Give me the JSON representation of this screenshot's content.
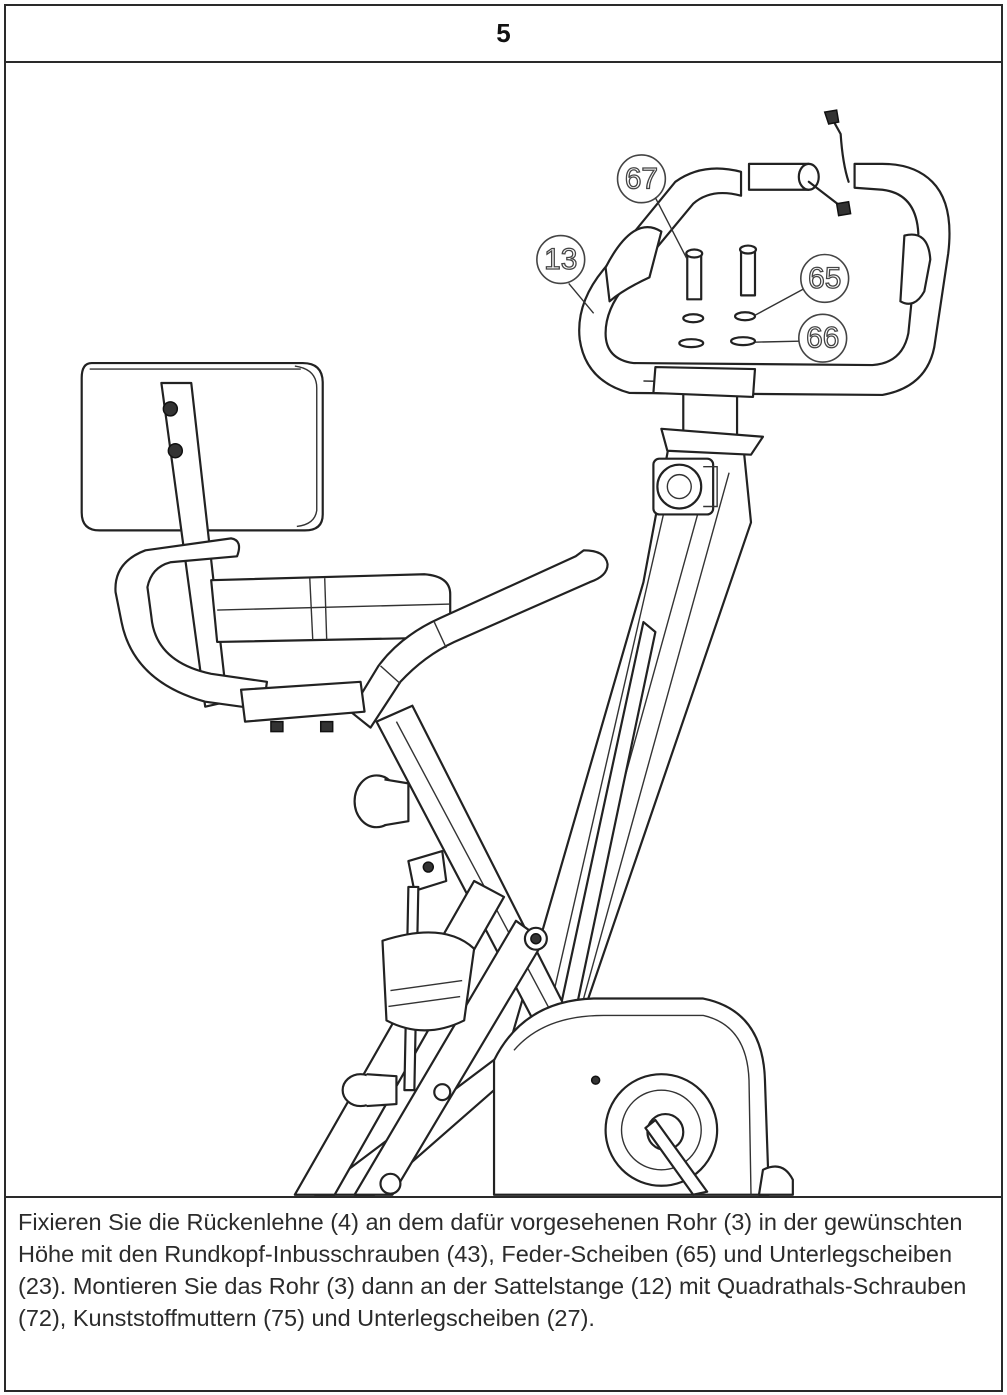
{
  "step": {
    "number": "5"
  },
  "callouts": {
    "c67": "67",
    "c13": "13",
    "c65": "65",
    "c66": "66"
  },
  "instruction": {
    "text": "Fixieren Sie die Rückenlehne (4) an dem dafür vorgesehenen Rohr (3) in der gewünschten Höhe mit den Rundkopf-Inbusschrauben (43), Feder-Scheiben (65) und Unterlegscheiben (23). Montieren Sie das Rohr (3) dann an der Sattelstange (12) mit Quadrathals-Schrauben (72), Kunststoffmuttern (75) und Unterlegscheiben (27)."
  }
}
